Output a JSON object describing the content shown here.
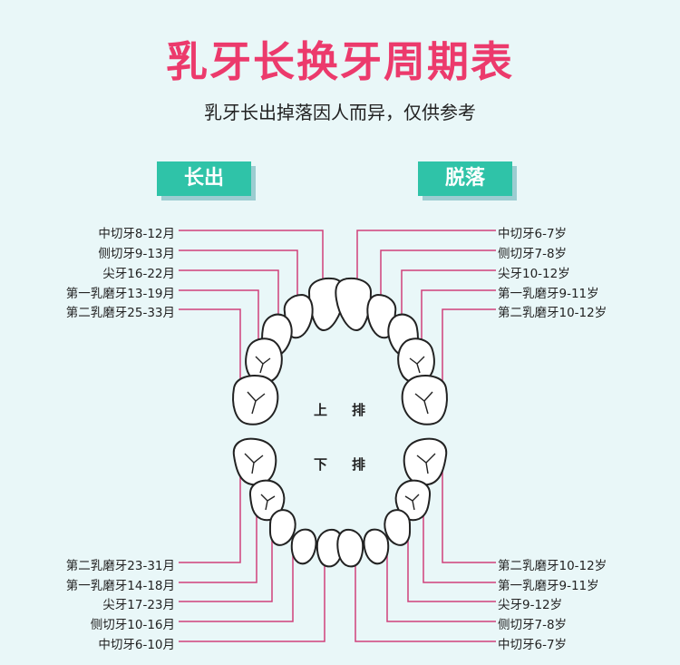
{
  "title": "乳牙长换牙周期表",
  "subtitle": "乳牙长出掉落因人而异，仅供参考",
  "headers": {
    "erupt": "长出",
    "shed": "脱落"
  },
  "jaw_labels": {
    "upper": [
      "上",
      "排"
    ],
    "lower": [
      "下",
      "排"
    ]
  },
  "upper": {
    "erupt": [
      "中切牙8-12月",
      "侧切牙9-13月",
      "尖牙16-22月",
      "第一乳磨牙13-19月",
      "第二乳磨牙25-33月"
    ],
    "shed": [
      "中切牙6-7岁",
      "侧切牙7-8岁",
      "尖牙10-12岁",
      "第一乳磨牙9-11岁",
      "第二乳磨牙10-12岁"
    ]
  },
  "lower": {
    "erupt": [
      "第二乳磨牙23-31月",
      "第一乳磨牙14-18月",
      "尖牙17-23月",
      "侧切牙10-16月",
      "中切牙6-10月"
    ],
    "shed": [
      "第二乳磨牙10-12岁",
      "第一乳磨牙9-11岁",
      "尖牙9-12岁",
      "侧切牙7-8岁",
      "中切牙6-7岁"
    ]
  },
  "colors": {
    "title": "#ec3a6c",
    "header_bg": "#2fc3a8",
    "leader_line": "#d0407a",
    "tooth_fill": "#ffffff",
    "tooth_stroke": "#222222"
  }
}
